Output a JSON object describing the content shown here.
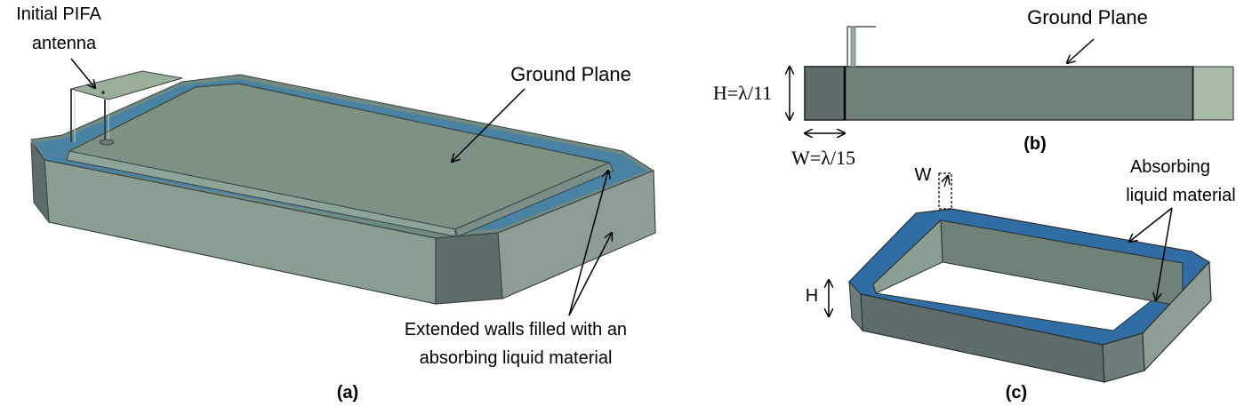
{
  "panel_a": {
    "label": "(a)",
    "antenna_label_line1": "Initial PIFA",
    "antenna_label_line2": "antenna",
    "ground_plane_label": "Ground Plane",
    "walls_label_line1": "Extended walls filled with an",
    "walls_label_line2": "absorbing liquid material"
  },
  "panel_b": {
    "label": "(b)",
    "ground_plane_label": "Ground Plane",
    "height_label": "H=λ/11",
    "width_label": "W=λ/15"
  },
  "panel_c": {
    "label": "(c)",
    "w_label": "W",
    "h_label": "H",
    "absorbing_label_line1": "Absorbing",
    "absorbing_label_line2": "liquid material"
  },
  "colors": {
    "ground_top": "#7d9282",
    "wall_front": "#8a9e92",
    "wall_dark": "#5e6c6c",
    "liquid_blue": "#2f6da4",
    "light_panel": "#a8baa8"
  }
}
